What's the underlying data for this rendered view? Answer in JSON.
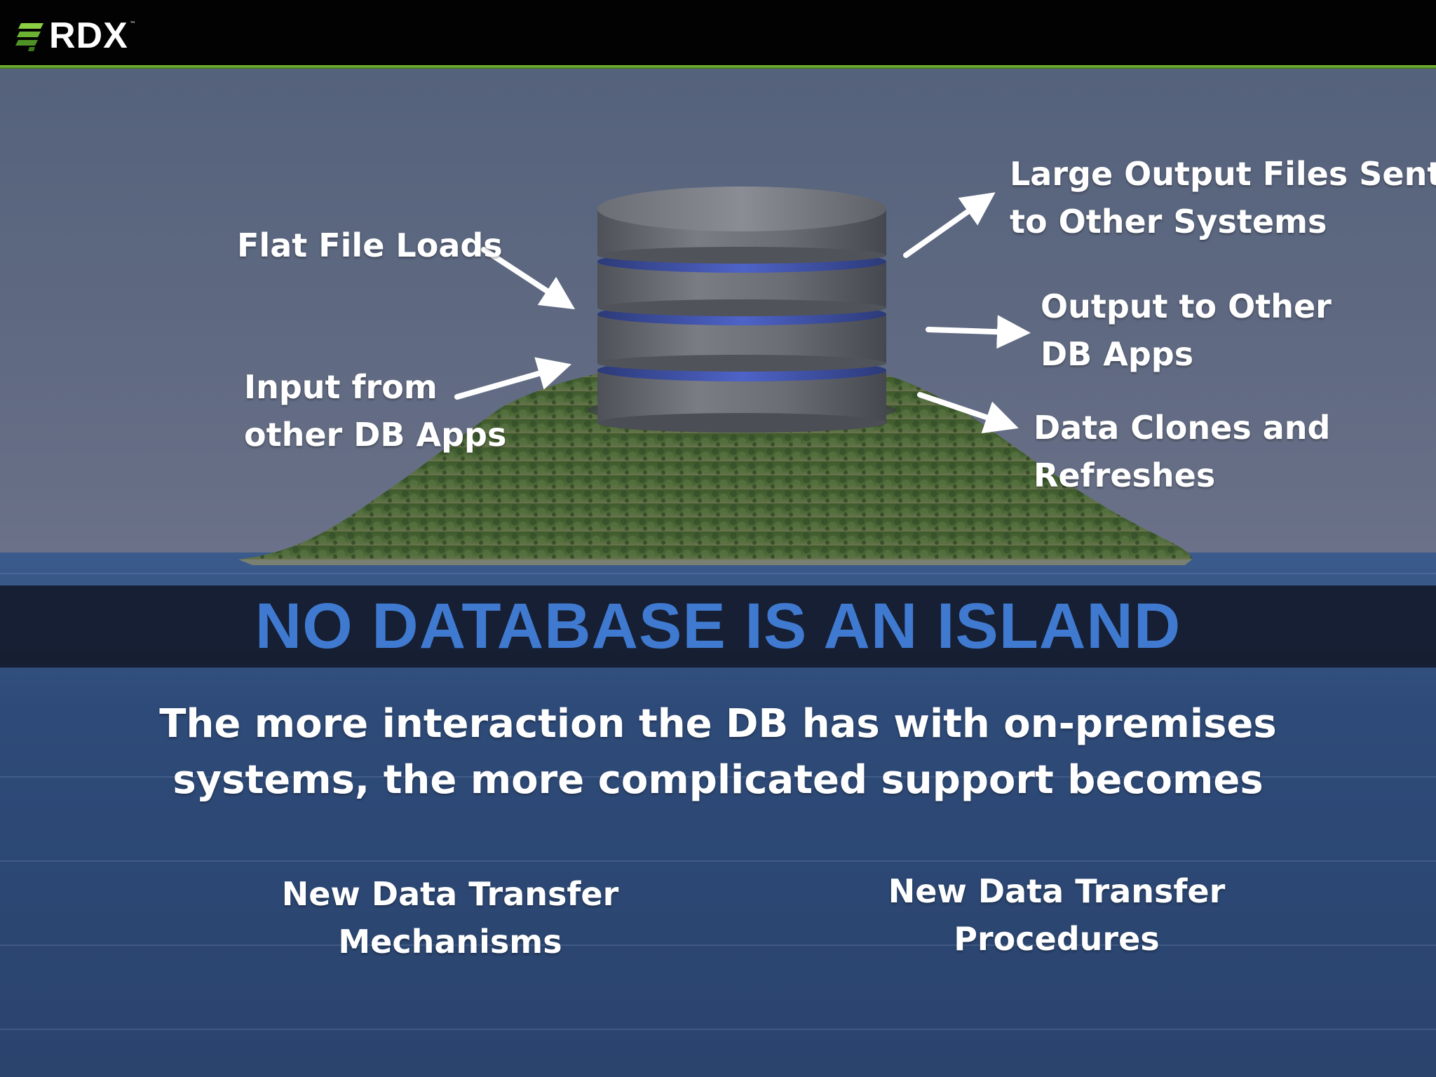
{
  "header": {
    "logo_text": "RDX",
    "logo_tm": "™"
  },
  "inputs": {
    "flat_file_loads": "Flat File Loads",
    "input_from_line1": "Input from",
    "input_from_line2": "other DB Apps"
  },
  "outputs": {
    "large_output_line1": "Large Output Files Sent",
    "large_output_line2": "to Other Systems",
    "output_db_line1": "Output to Other",
    "output_db_line2": "DB Apps",
    "data_clones_line1": "Data Clones and",
    "data_clones_line2": "Refreshes"
  },
  "banner": {
    "title": "NO DATABASE IS AN ISLAND"
  },
  "subtitle": {
    "line1": "The more interaction the DB has with on-premises",
    "line2": "systems,  the more complicated support becomes"
  },
  "bottom": {
    "mechanisms_line1": "New Data Transfer",
    "mechanisms_line2": "Mechanisms",
    "procedures_line1": "New Data Transfer",
    "procedures_line2": "Procedures"
  },
  "colors": {
    "banner_title": "#3f7ad0",
    "accent_green": "#7fc43c",
    "sea": "#2f4a78",
    "sky": "#5d6b85"
  }
}
